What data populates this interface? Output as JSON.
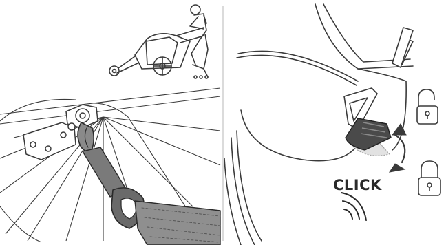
{
  "illustration": {
    "panels": [
      {
        "name": "trailer-overview",
        "icon": "jogging-stroller-icon"
      },
      {
        "name": "wrist-strap-hook",
        "icon": "wrist-strap-icon"
      },
      {
        "name": "brake-lever",
        "icon": "brake-lever-icon"
      }
    ],
    "click_label": "CLICK",
    "lock_icons": [
      "unlocked-padlock-icon",
      "locked-padlock-icon"
    ],
    "colors": {
      "line": "#3a3a3a",
      "strap": "#7a7a7a",
      "lever": "#4a4a4a",
      "divider": "#cfcfcf"
    }
  }
}
